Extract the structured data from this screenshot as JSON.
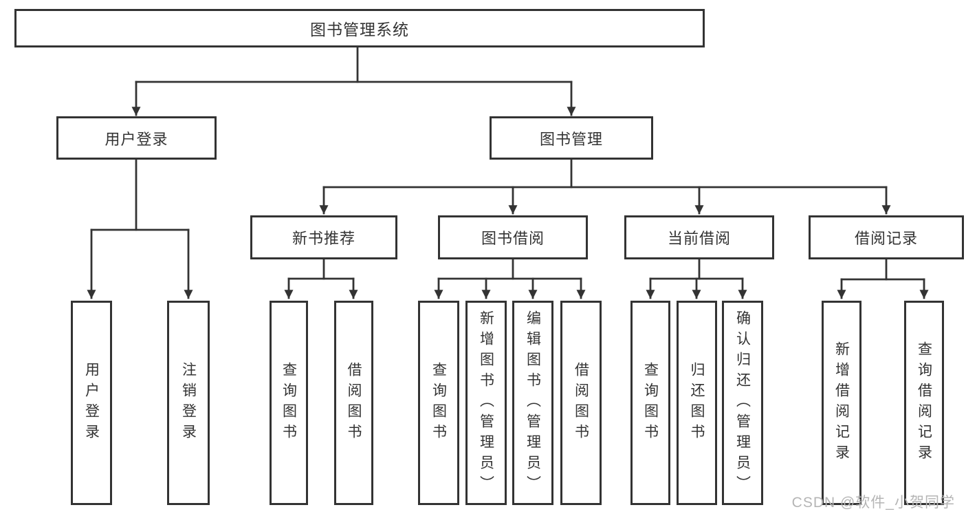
{
  "diagram": {
    "root": {
      "label": "图书管理系统"
    },
    "children": [
      {
        "id": "user-login",
        "label": "用户登录",
        "children": [
          {
            "label": "用户登录"
          },
          {
            "label": "注销登录"
          }
        ]
      },
      {
        "id": "book-management",
        "label": "图书管理",
        "children": [
          {
            "id": "new-book-recommend",
            "label": "新书推荐",
            "children": [
              {
                "label": "查询图书"
              },
              {
                "label": "借阅图书"
              }
            ]
          },
          {
            "id": "book-borrowing",
            "label": "图书借阅",
            "children": [
              {
                "label": "查询图书"
              },
              {
                "label": "新增图书（管理员）"
              },
              {
                "label": "编辑图书（管理员）"
              },
              {
                "label": "借阅图书"
              }
            ]
          },
          {
            "id": "current-borrowing",
            "label": "当前借阅",
            "children": [
              {
                "label": "查询图书"
              },
              {
                "label": "归还图书"
              },
              {
                "label": "确认归还（管理员）"
              }
            ]
          },
          {
            "id": "borrowing-records",
            "label": "借阅记录",
            "children": [
              {
                "label": "新增借阅记录"
              },
              {
                "label": "查询借阅记录"
              }
            ]
          }
        ]
      }
    ]
  },
  "watermark": {
    "text": "CSDN @软件_小贺同学"
  },
  "colors": {
    "line": "#333333",
    "text": "#333333",
    "background": "#ffffff",
    "watermark": "#b5b5b5"
  }
}
